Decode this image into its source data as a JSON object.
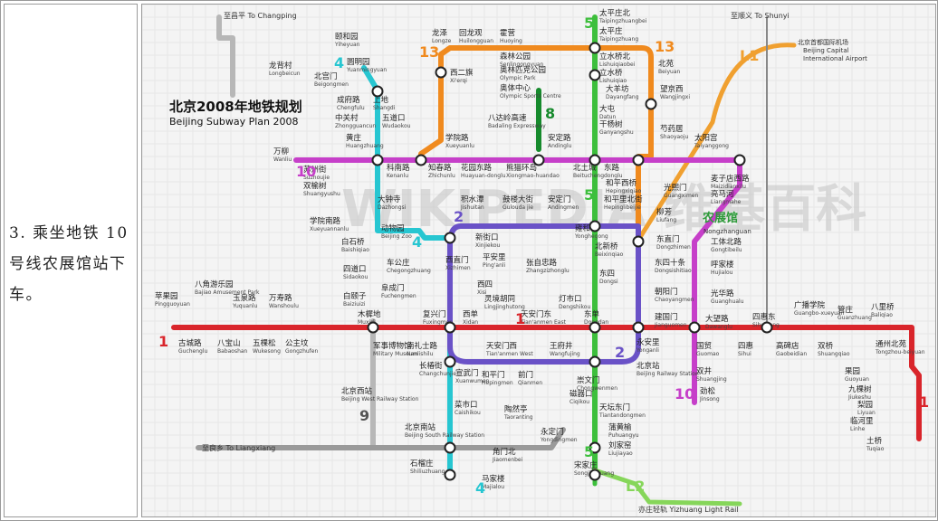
{
  "caption": "3. 乘坐地铁 10 号线农展馆站下车。",
  "map": {
    "title_cn": "北京2008年地铁规划",
    "title_en": "Beijing Subway Plan 2008",
    "watermark": "WIKIPEDIA 维基百科",
    "line_labels": {
      "l1_west": "1",
      "l1_east": "1",
      "l1_center": "1",
      "l2_west": "2",
      "l2_east": "2",
      "l4_north": "4",
      "l4_south": "4",
      "l4_mid": "4",
      "l5_north": "5",
      "l5_mid": "5",
      "l5_south": "5",
      "l8": "8",
      "l9": "9",
      "l10_west": "10",
      "l10_south": "10",
      "l13_west": "13",
      "l13_east": "13",
      "lL1": "L1",
      "lL2": "L2"
    },
    "line_colors": {
      "line1": "#d9252b",
      "line2": "#6a52c7",
      "line4": "#27c6d1",
      "line5": "#3dbf3c",
      "line8": "#168a2c",
      "line9": "#b7b7b7",
      "line10": "#c63fc9",
      "line13": "#f08a1e",
      "lineL1": "#f0a030",
      "lineL2": "#86d65a"
    },
    "directions": {
      "changping": "至昌平 To Changping",
      "shunyi": "至顺义 To Shunyi",
      "liangxiang": "至良乡 To Liangxiang",
      "airport": "北京首都国际机场\nBeijing Capital\nInternational Airport",
      "yizhuang": "亦庄轻轨  Yizhuang Light Rail"
    },
    "highlight": {
      "cn": "农展馆",
      "en": "Nongzhanguan"
    },
    "stations": [
      {
        "key": "s1",
        "cn": "颐和园",
        "en": "Yiheyuan"
      },
      {
        "key": "s2",
        "cn": "龙背村",
        "en": "Longbeicun"
      },
      {
        "key": "s3",
        "cn": "北宫门",
        "en": "Beigongmen"
      },
      {
        "key": "s4",
        "cn": "圆明园",
        "en": "Yuanmingyuan"
      },
      {
        "key": "s5",
        "cn": "成府路",
        "en": "Chengfulu"
      },
      {
        "key": "s6",
        "cn": "上地",
        "en": "Shangdi"
      },
      {
        "key": "s7",
        "cn": "五道口",
        "en": "Wudaokou"
      },
      {
        "key": "s8",
        "cn": "中关村",
        "en": "Zhongguancun"
      },
      {
        "key": "s9",
        "cn": "黄庄",
        "en": "Huangzhuang"
      },
      {
        "key": "s10",
        "cn": "万柳",
        "en": "Wanliu"
      },
      {
        "key": "s11",
        "cn": "苏州街",
        "en": "Suzhoujie"
      },
      {
        "key": "s12",
        "cn": "双榆树",
        "en": "Shuangyushu"
      },
      {
        "key": "s13",
        "cn": "学院南路",
        "en": "Xueyuannanlu"
      },
      {
        "key": "s14",
        "cn": "白石桥",
        "en": "Baishiqiao"
      },
      {
        "key": "s15",
        "cn": "四道口",
        "en": "Sidaokou"
      },
      {
        "key": "s16",
        "cn": "白颐子",
        "en": "Baiziuizi"
      },
      {
        "key": "s17",
        "cn": "龙泽",
        "en": "Longze"
      },
      {
        "key": "s18",
        "cn": "回龙观",
        "en": "Huilongguan"
      },
      {
        "key": "s19",
        "cn": "霍营",
        "en": "Huoying"
      },
      {
        "key": "s20",
        "cn": "太平庄北",
        "en": "Taipingzhuangbei"
      },
      {
        "key": "s21",
        "cn": "太平庄",
        "en": "Taipingzhuang"
      },
      {
        "key": "s22",
        "cn": "西二旗",
        "en": "Xi'erqi"
      },
      {
        "key": "s23",
        "cn": "森林公园",
        "en": "Senlingongyuan"
      },
      {
        "key": "s24",
        "cn": "奥林匹克公园",
        "en": "Olympic Park"
      },
      {
        "key": "s25",
        "cn": "奥体中心",
        "en": "Olympic Sports Centre"
      },
      {
        "key": "s26",
        "cn": "立水桥北",
        "en": "Lishuiqiaobei"
      },
      {
        "key": "s27",
        "cn": "立水桥",
        "en": "Lishuiqiao"
      },
      {
        "key": "s28",
        "cn": "北苑",
        "en": "Beiyuan"
      },
      {
        "key": "s29",
        "cn": "大羊坊",
        "en": "Dayangfang"
      },
      {
        "key": "s30",
        "cn": "望京西",
        "en": "Wangjingxi"
      },
      {
        "key": "s31",
        "cn": "大屯",
        "en": "Datun"
      },
      {
        "key": "s32",
        "cn": "芍药居",
        "en": "Shaoyaoju"
      },
      {
        "key": "s33",
        "cn": "八达岭高速",
        "en": "Badaling Expressway"
      },
      {
        "key": "s34",
        "cn": "学院路",
        "en": "Xueyuanlu"
      },
      {
        "key": "s35",
        "cn": "干杨树",
        "en": "Ganyangshu"
      },
      {
        "key": "s36",
        "cn": "安定路",
        "en": "Andinglu"
      },
      {
        "key": "s37",
        "cn": "太阳宫",
        "en": "Taiyanggong"
      },
      {
        "key": "s38",
        "cn": "知春路",
        "en": "Zhichunlu"
      },
      {
        "key": "s39",
        "cn": "科南路",
        "en": "Kenanlu"
      },
      {
        "key": "s40",
        "cn": "花园东路",
        "en": "Huayuan-donglu"
      },
      {
        "key": "s41",
        "cn": "熊猫环岛",
        "en": "Xiongmao-huandao"
      },
      {
        "key": "s42",
        "cn": "北土城",
        "en": "Beitucheng"
      },
      {
        "key": "s43",
        "cn": "东路",
        "en": "donglu"
      },
      {
        "key": "s44",
        "cn": "和平西桥",
        "en": "Hepingxiqiao"
      },
      {
        "key": "s45",
        "cn": "光熙门",
        "en": "Guangximen"
      },
      {
        "key": "s46",
        "cn": "麦子店西路",
        "en": "Maizidianxilu"
      },
      {
        "key": "s47",
        "cn": "亮马河",
        "en": "Liangmahe"
      },
      {
        "key": "s48",
        "cn": "大钟寺",
        "en": "Dazhongsi"
      },
      {
        "key": "s49",
        "cn": "积水潭",
        "en": "Jishuitan"
      },
      {
        "key": "s50",
        "cn": "鼓楼大街",
        "en": "Gulouda jie"
      },
      {
        "key": "s51",
        "cn": "安定门",
        "en": "Andingmen"
      },
      {
        "key": "s52",
        "cn": "和平里北街",
        "en": "Hepinglibeijie"
      },
      {
        "key": "s53",
        "cn": "柳芳",
        "en": "Liufang"
      },
      {
        "key": "s54",
        "cn": "动物园",
        "en": "Beijing Zoo"
      },
      {
        "key": "s55",
        "cn": "新街口",
        "en": "Xinjiekou"
      },
      {
        "key": "s56",
        "cn": "雍和宫",
        "en": "Yonghegong"
      },
      {
        "key": "s57",
        "cn": "北新桥",
        "en": "Beixinqiao"
      },
      {
        "key": "s58",
        "cn": "东直门",
        "en": "Dongzhimen"
      },
      {
        "key": "s59",
        "cn": "工体北路",
        "en": "Gongtibeilu"
      },
      {
        "key": "s60",
        "cn": "车公庄",
        "en": "Chegongzhuang"
      },
      {
        "key": "s61",
        "cn": "西直门",
        "en": "Xizhimen"
      },
      {
        "key": "s62",
        "cn": "平安里",
        "en": "Ping'anli"
      },
      {
        "key": "s63",
        "cn": "张自忠路",
        "en": "Zhangzizhonglu"
      },
      {
        "key": "s64",
        "cn": "东四十条",
        "en": "Dongsishitiao"
      },
      {
        "key": "s65",
        "cn": "呼家楼",
        "en": "Hujialou"
      },
      {
        "key": "s66",
        "cn": "阜成门",
        "en": "Fuchengmen"
      },
      {
        "key": "s67",
        "cn": "西四",
        "en": "Xisi"
      },
      {
        "key": "s68",
        "cn": "灵境胡同",
        "en": "Lingjinghutong"
      },
      {
        "key": "s69",
        "cn": "东四",
        "en": "Dongsi"
      },
      {
        "key": "s70",
        "cn": "灯市口",
        "en": "Dengshikou"
      },
      {
        "key": "s71",
        "cn": "朝阳门",
        "en": "Chaoyangmen"
      },
      {
        "key": "s72",
        "cn": "光华路",
        "en": "Guanghualu"
      },
      {
        "key": "s73",
        "cn": "苹果园",
        "en": "Pingguoyuan"
      },
      {
        "key": "s74",
        "cn": "古城路",
        "en": "Guchenglu"
      },
      {
        "key": "s75",
        "cn": "八角游乐园",
        "en": "Bajiao Amusement Park"
      },
      {
        "key": "s76",
        "cn": "八宝山",
        "en": "Babaoshan"
      },
      {
        "key": "s77",
        "cn": "玉泉路",
        "en": "Yuquanlu"
      },
      {
        "key": "s78",
        "cn": "五棵松",
        "en": "Wukesong"
      },
      {
        "key": "s79",
        "cn": "万寿路",
        "en": "Wanshoulu"
      },
      {
        "key": "s80",
        "cn": "公主坟",
        "en": "Gongzhufen"
      },
      {
        "key": "s81",
        "cn": "木樨地",
        "en": "Muxidi"
      },
      {
        "key": "s82",
        "cn": "复兴门",
        "en": "Fuxingmen"
      },
      {
        "key": "s83",
        "cn": "西单",
        "en": "Xidan"
      },
      {
        "key": "s84",
        "cn": "天安门东",
        "en": "Tian'anmen East"
      },
      {
        "key": "s85",
        "cn": "东单",
        "en": "Dongdan"
      },
      {
        "key": "s86",
        "cn": "建国门",
        "en": "Jianguomen"
      },
      {
        "key": "s87",
        "cn": "大望路",
        "en": "Dawanglu"
      },
      {
        "key": "s88",
        "cn": "四惠东",
        "en": "Sihuidong"
      },
      {
        "key": "s89",
        "cn": "广播学院",
        "en": "Guangbo-xueyuan"
      },
      {
        "key": "s90",
        "cn": "管庄",
        "en": "Guanzhuang"
      },
      {
        "key": "s91",
        "cn": "八里桥",
        "en": "Baliqiao"
      },
      {
        "key": "s92",
        "cn": "军事博物馆",
        "en": "Military Museum"
      },
      {
        "key": "s93",
        "cn": "南礼士路",
        "en": "Nanlishilu"
      },
      {
        "key": "s94",
        "cn": "天安门西",
        "en": "Tian'anmen West"
      },
      {
        "key": "s95",
        "cn": "王府井",
        "en": "Wangfujing"
      },
      {
        "key": "s96",
        "cn": "永安里",
        "en": "Yonganli"
      },
      {
        "key": "s97",
        "cn": "国贸",
        "en": "Guomao"
      },
      {
        "key": "s98",
        "cn": "四惠",
        "en": "Sihui"
      },
      {
        "key": "s99",
        "cn": "高碑店",
        "en": "Gaobeidian"
      },
      {
        "key": "s100",
        "cn": "双桥",
        "en": "Shuangqiao"
      },
      {
        "key": "s101",
        "cn": "通州北苑",
        "en": "Tongzhou-beiyuan"
      },
      {
        "key": "s102",
        "cn": "果园",
        "en": "Guoyuan"
      },
      {
        "key": "s103",
        "cn": "九棵树",
        "en": "Jiukeshu"
      },
      {
        "key": "s104",
        "cn": "临河里",
        "en": "Linhe"
      },
      {
        "key": "s105",
        "cn": "梨园",
        "en": "Liyuan"
      },
      {
        "key": "s106",
        "cn": "土桥",
        "en": "Tuqiao"
      },
      {
        "key": "s107",
        "cn": "北京西站",
        "en": "Beijing West Railway Station"
      },
      {
        "key": "s108",
        "cn": "长椿街",
        "en": "Changchunjie"
      },
      {
        "key": "s109",
        "cn": "宣武门",
        "en": "Xuanwumen"
      },
      {
        "key": "s110",
        "cn": "和平门",
        "en": "Hepingmen"
      },
      {
        "key": "s111",
        "cn": "前门",
        "en": "Qianmen"
      },
      {
        "key": "s112",
        "cn": "崇文门",
        "en": "Chongwenmen"
      },
      {
        "key": "s113",
        "cn": "北京站",
        "en": "Beijing Railway Station"
      },
      {
        "key": "s114",
        "cn": "双井",
        "en": "Shuangjing"
      },
      {
        "key": "s115",
        "cn": "劲松",
        "en": "Jinsong"
      },
      {
        "key": "s116",
        "cn": "菜市口",
        "en": "Caishikou"
      },
      {
        "key": "s117",
        "cn": "陶然亭",
        "en": "Taoranting"
      },
      {
        "key": "s118",
        "cn": "磁器口",
        "en": "Ciqikou"
      },
      {
        "key": "s119",
        "cn": "天坛东门",
        "en": "Tiantandongmen"
      },
      {
        "key": "s120",
        "cn": "北京南站",
        "en": "Beijing South Railway Station"
      },
      {
        "key": "s121",
        "cn": "永定门",
        "en": "Yongdingmen"
      },
      {
        "key": "s122",
        "cn": "蒲黄榆",
        "en": "Puhuangyu"
      },
      {
        "key": "s123",
        "cn": "刘家窑",
        "en": "Liujiayao"
      },
      {
        "key": "s124",
        "cn": "角门北",
        "en": "Jiaomenbei"
      },
      {
        "key": "s125",
        "cn": "石榴庄",
        "en": "Shiliuzhuang"
      },
      {
        "key": "s126",
        "cn": "宋家庄",
        "en": "Songjiazhuang"
      },
      {
        "key": "s127",
        "cn": "马家楼",
        "en": "Majialou"
      }
    ]
  }
}
